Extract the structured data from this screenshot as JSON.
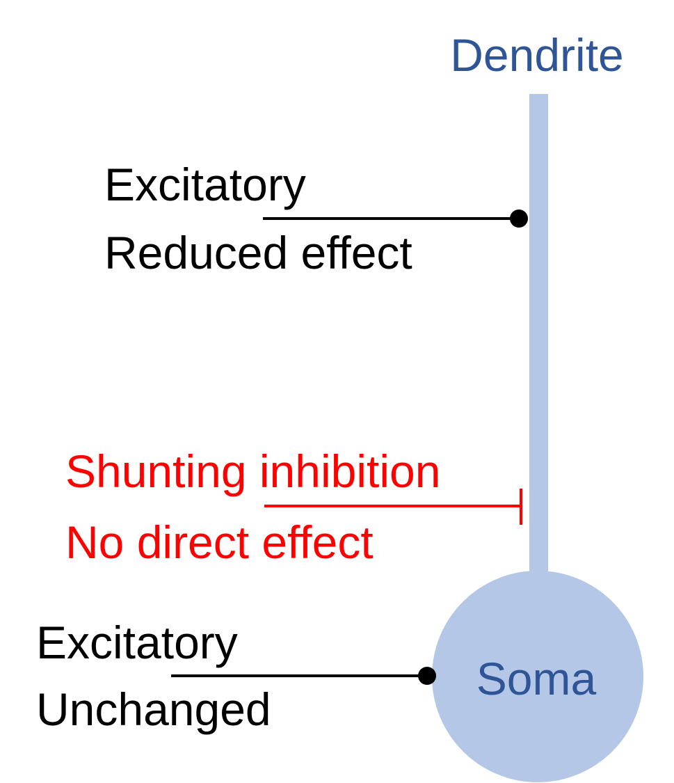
{
  "colors": {
    "neuron_fill": "#b4c7e7",
    "neuron_text": "#2f5597",
    "excitatory": "#000000",
    "inhibitory": "#ff0000",
    "background": "#ffffff"
  },
  "neuron": {
    "dendrite_label": "Dendrite",
    "soma_label": "Soma"
  },
  "synapses": {
    "dendritic_excitatory": {
      "type_label": "Excitatory",
      "effect_label": "Reduced effect",
      "terminal": "dot"
    },
    "shunting_inhibitory": {
      "type_label": "Shunting inhibition",
      "effect_label": "No direct effect",
      "terminal": "bar"
    },
    "somatic_excitatory": {
      "type_label": "Excitatory",
      "effect_label": "Unchanged",
      "terminal": "dot"
    }
  }
}
